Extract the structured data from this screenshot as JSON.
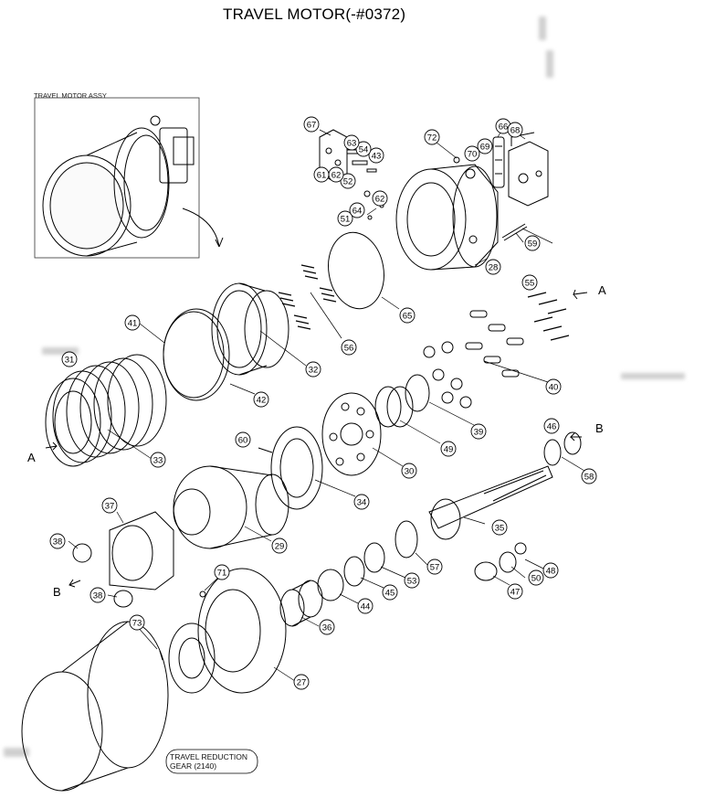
{
  "title": "TRAVEL MOTOR(-#0372)",
  "inset_label": "TRAVEL MOTOR ASSY",
  "reduction_label": [
    "TRAVEL REDUCTION",
    "GEAR (2140)"
  ],
  "view_markers": [
    "A",
    "A",
    "B",
    "B"
  ],
  "parts": [
    {
      "id": "p27",
      "number": "27"
    },
    {
      "id": "p28",
      "number": "28"
    },
    {
      "id": "p29",
      "number": "29"
    },
    {
      "id": "p30",
      "number": "30"
    },
    {
      "id": "p32",
      "number": "32"
    },
    {
      "id": "p33",
      "number": "33"
    },
    {
      "id": "p34",
      "number": "34"
    },
    {
      "id": "p35",
      "number": "35"
    },
    {
      "id": "p36",
      "number": "36"
    },
    {
      "id": "p37",
      "number": "37"
    },
    {
      "id": "p38a",
      "number": "38"
    },
    {
      "id": "p38b",
      "number": "38"
    },
    {
      "id": "p40",
      "number": "40"
    },
    {
      "id": "p41",
      "number": "41"
    },
    {
      "id": "p42",
      "number": "42"
    },
    {
      "id": "p43",
      "number": "43"
    },
    {
      "id": "p44",
      "number": "44"
    },
    {
      "id": "p45",
      "number": "45"
    },
    {
      "id": "p46",
      "number": "46"
    },
    {
      "id": "p47",
      "number": "47"
    },
    {
      "id": "p48",
      "number": "48"
    },
    {
      "id": "p49",
      "number": "49"
    },
    {
      "id": "p50",
      "number": "50"
    },
    {
      "id": "p51",
      "number": "51"
    },
    {
      "id": "p52",
      "number": "52"
    },
    {
      "id": "p53",
      "number": "53"
    },
    {
      "id": "p54",
      "number": "54"
    },
    {
      "id": "p55",
      "number": "55"
    },
    {
      "id": "p56",
      "number": "56"
    },
    {
      "id": "p57",
      "number": "57"
    },
    {
      "id": "p58",
      "number": "58"
    },
    {
      "id": "p59",
      "number": "59"
    },
    {
      "id": "p60",
      "number": "60"
    },
    {
      "id": "p61",
      "number": "61"
    },
    {
      "id": "p62a",
      "number": "62"
    },
    {
      "id": "p62b",
      "number": "62"
    },
    {
      "id": "p63",
      "number": "63"
    },
    {
      "id": "p64",
      "number": "64"
    },
    {
      "id": "p65",
      "number": "65"
    },
    {
      "id": "p66",
      "number": "66"
    },
    {
      "id": "p67",
      "number": "67"
    },
    {
      "id": "p68",
      "number": "68"
    },
    {
      "id": "p69",
      "number": "69"
    },
    {
      "id": "p70",
      "number": "70"
    },
    {
      "id": "p71",
      "number": "71"
    },
    {
      "id": "p72",
      "number": "72"
    },
    {
      "id": "p73",
      "number": "73"
    },
    {
      "id": "p39",
      "number": "39"
    },
    {
      "id": "p31",
      "number": "31"
    }
  ]
}
